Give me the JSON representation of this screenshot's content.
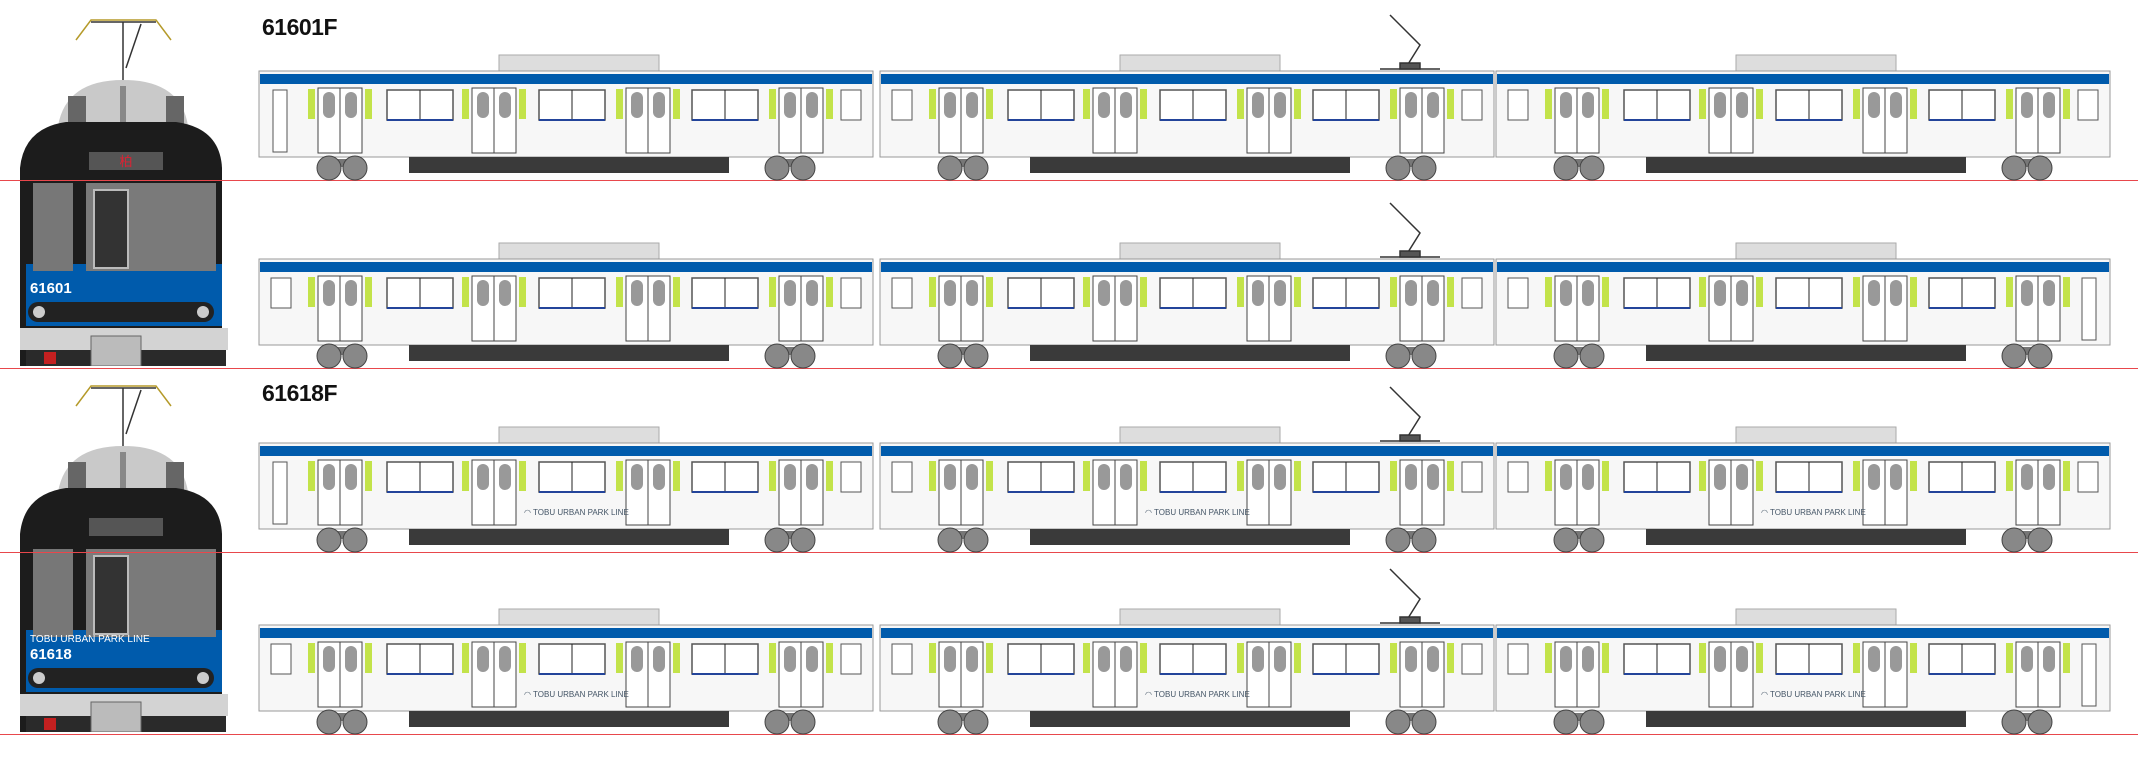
{
  "formations": [
    {
      "title": "61601F",
      "front_number": "61601",
      "destination": "柏",
      "front_logo": "",
      "car_logo": ""
    },
    {
      "title": "61618F",
      "front_number": "61618",
      "destination": "",
      "front_logo": "TOBU URBAN PARK LINE",
      "car_logo": "TOBU URBAN PARK LINE"
    }
  ],
  "colors": {
    "band": "#005bac",
    "door_accent": "#c3e34a",
    "body": "#f7f7f7",
    "face": "#1c1c1c",
    "rail": "#e8474c"
  }
}
